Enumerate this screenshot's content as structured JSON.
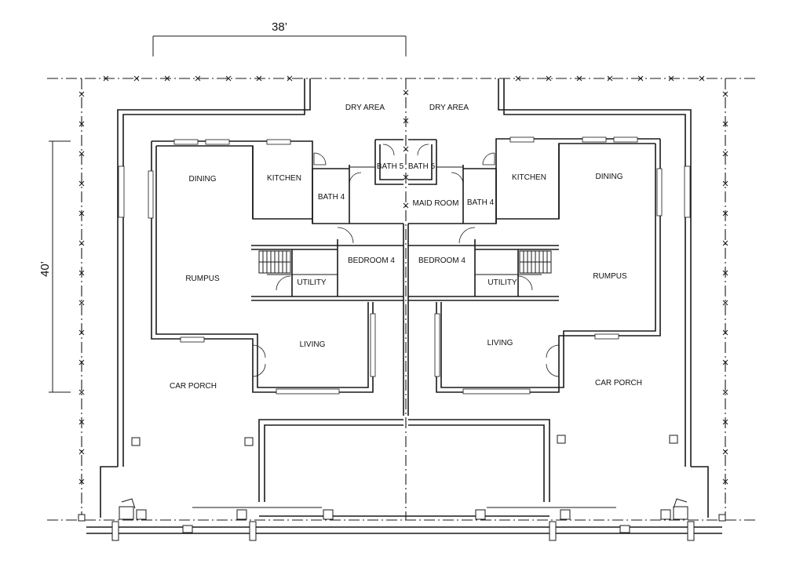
{
  "dimensions": {
    "width_label": "38’",
    "depth_label": "40’"
  },
  "rooms": {
    "left": {
      "dining": "DINING",
      "kitchen": "KITCHEN",
      "bath": "BATH 4",
      "bath_small": "BATH 5",
      "rumpus": "RUMPUS",
      "utility": "UTILITY",
      "bedroom": "BEDROOM 4",
      "living": "LIVING",
      "car_porch": "CAR PORCH",
      "dry_area": "DRY AREA"
    },
    "right": {
      "dining": "DINING",
      "kitchen": "KITCHEN",
      "bath": "BATH 4",
      "bath_small": "BATH 5",
      "rumpus": "RUMPUS",
      "utility": "UTILITY",
      "bedroom": "BEDROOM 4",
      "living": "LIVING",
      "car_porch": "CAR PORCH",
      "dry_area": "DRY AREA"
    },
    "maid_room": "MAID ROOM"
  }
}
